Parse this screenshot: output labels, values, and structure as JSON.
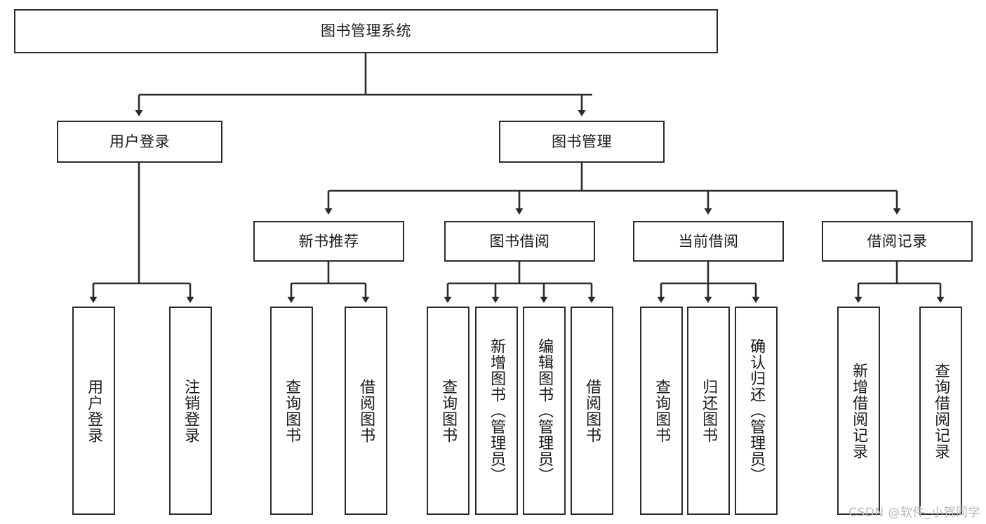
{
  "diagram": {
    "title": "图书管理系统",
    "type": "tree",
    "background_color": "#ffffff",
    "line_color": "#2b2b2b",
    "text_color": "#1a1a1a",
    "root": {
      "id": "root",
      "label": "图书管理系统"
    },
    "level2": [
      {
        "id": "user-login",
        "label": "用户登录"
      },
      {
        "id": "book-manage",
        "label": "图书管理"
      }
    ],
    "level3": [
      {
        "id": "new-book-recommend",
        "label": "新书推荐"
      },
      {
        "id": "book-borrow",
        "label": "图书借阅"
      },
      {
        "id": "current-borrow",
        "label": "当前借阅"
      },
      {
        "id": "borrow-record",
        "label": "借阅记录"
      }
    ],
    "leaves": {
      "user_login": [
        {
          "id": "leaf-user-login",
          "label": "用户登录"
        },
        {
          "id": "leaf-user-logout",
          "label": "注销登录"
        }
      ],
      "new_book_recommend": [
        {
          "id": "leaf-query-book-1",
          "label": "查询图书"
        },
        {
          "id": "leaf-borrow-book-1",
          "label": "借阅图书"
        }
      ],
      "book_borrow": [
        {
          "id": "leaf-query-book-2",
          "label": "查询图书"
        },
        {
          "id": "leaf-add-book",
          "label": "新增图书（管理员）"
        },
        {
          "id": "leaf-edit-book",
          "label": "编辑图书（管理员）"
        },
        {
          "id": "leaf-borrow-book-2",
          "label": "借阅图书"
        }
      ],
      "current_borrow": [
        {
          "id": "leaf-query-book-3",
          "label": "查询图书"
        },
        {
          "id": "leaf-return-book",
          "label": "归还图书"
        },
        {
          "id": "leaf-confirm-return",
          "label": "确认归还（管理员）"
        }
      ],
      "borrow_record": [
        {
          "id": "leaf-add-record",
          "label": "新增借阅记录"
        },
        {
          "id": "leaf-query-record",
          "label": "查询借阅记录"
        }
      ]
    }
  },
  "watermark": {
    "text": "CSDN @软件_小贺同学"
  }
}
